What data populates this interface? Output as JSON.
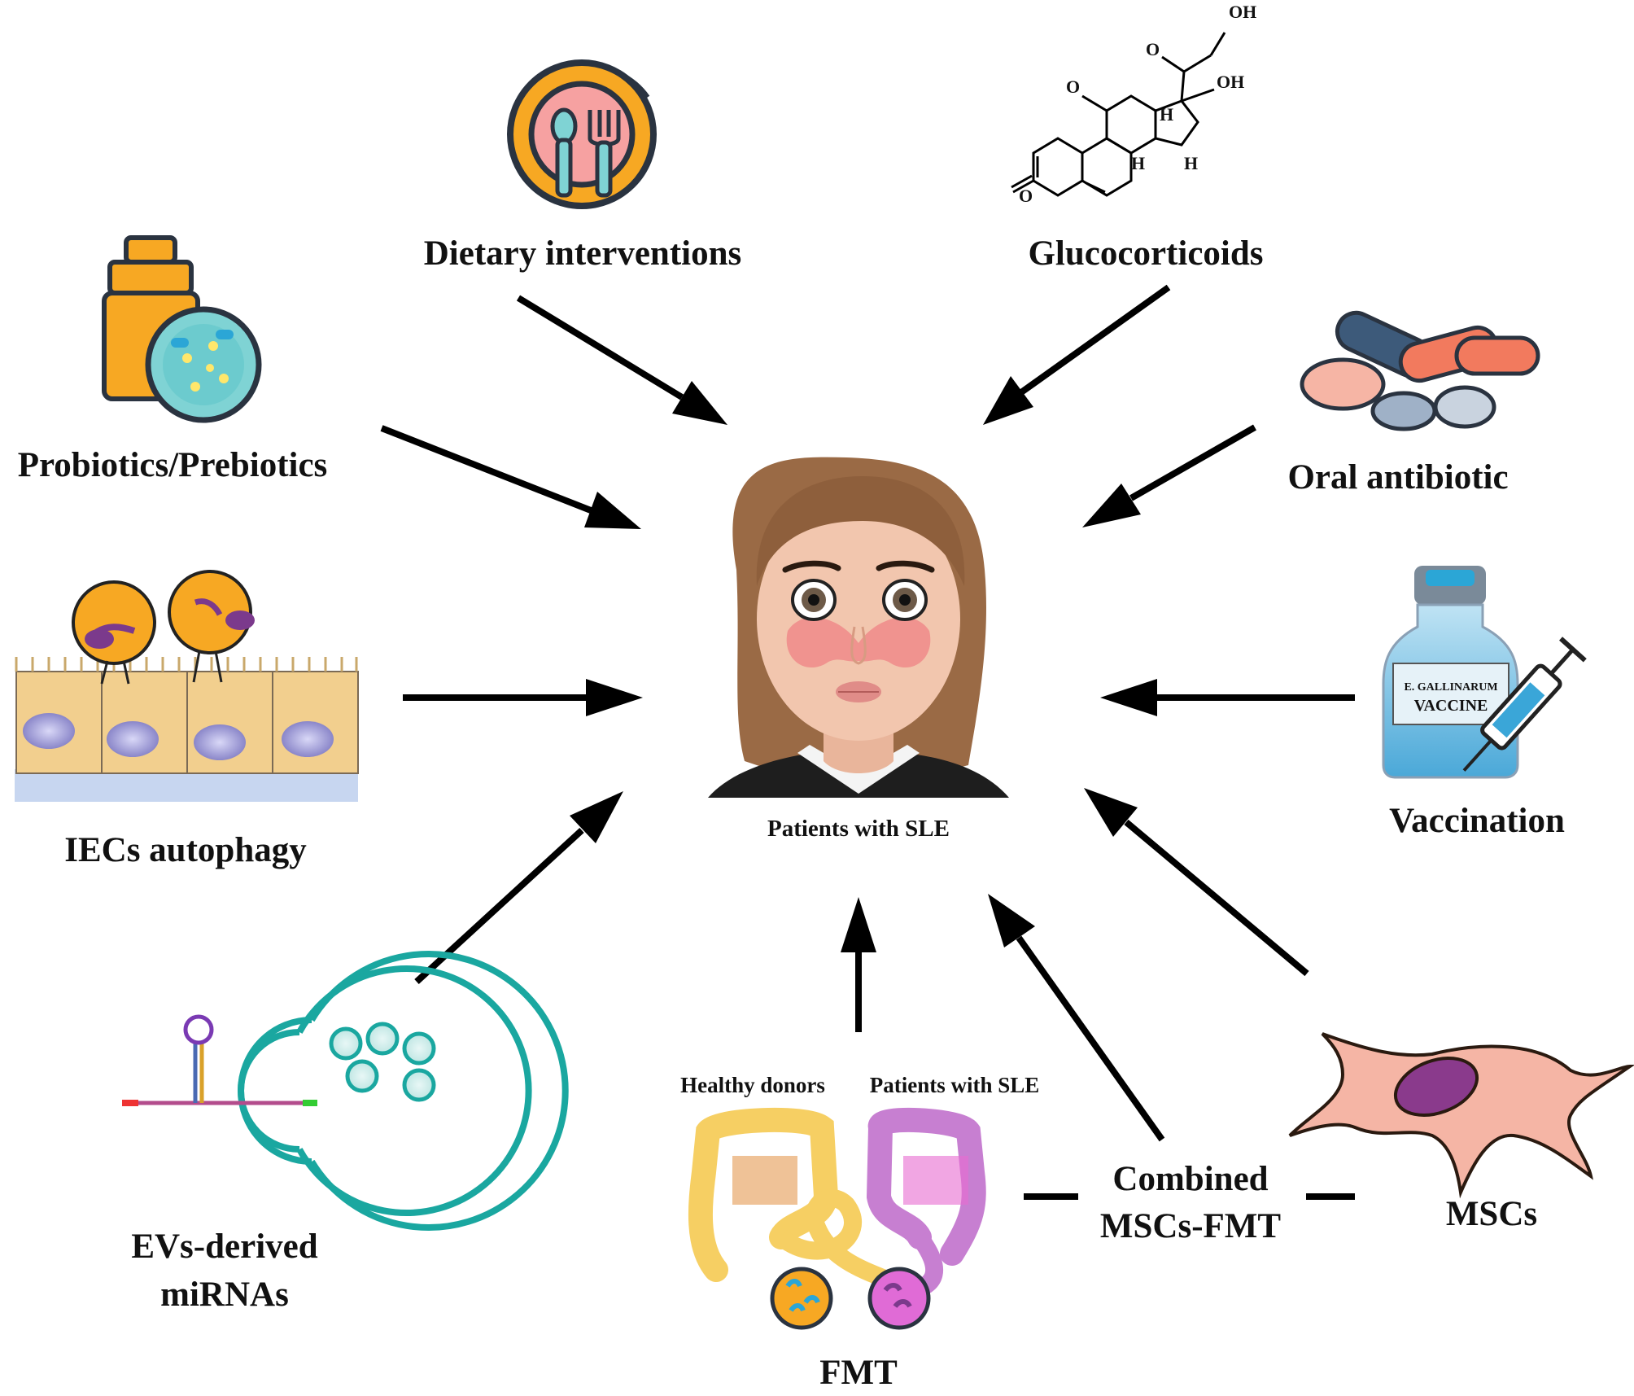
{
  "center": {
    "label": "Patients with SLE"
  },
  "nodes": {
    "dietary": {
      "label": "Dietary interventions"
    },
    "glucocorticoids": {
      "label": "Glucocorticoids",
      "atoms": {
        "oh1": "OH",
        "oh2": "OH",
        "o_ketone_side": "O",
        "o_ketone_ring": "O",
        "o_enone": "O",
        "h1": "H",
        "h2": "H",
        "h3": "H"
      }
    },
    "probiotics": {
      "label": "Probiotics/Prebiotics"
    },
    "oral_antibiotic": {
      "label": "Oral antibiotic"
    },
    "iecs": {
      "label": "IECs autophagy"
    },
    "vaccination": {
      "label": "Vaccination",
      "vial_line1": "E. GALLINARUM",
      "vial_line2": "VACCINE"
    },
    "evs": {
      "label_line1": "EVs-derived",
      "label_line2": "miRNAs"
    },
    "fmt": {
      "label": "FMT",
      "healthy_label": "Healthy donors",
      "patients_label": "Patients with SLE"
    },
    "combined": {
      "label_line1": "Combined",
      "label_line2": "MSCs-FMT"
    },
    "mscs": {
      "label": "MSCs"
    }
  },
  "colors": {
    "arrow": "#000000",
    "hair": "#9a6a45",
    "skin": "#f2c6ae",
    "rash": "#f08a8a",
    "orange": "#f7a823",
    "teal": "#1aa7a0",
    "pink_plate": "#f6a1a1",
    "pill_coral": "#f27a5e",
    "pill_navy": "#3d5a7a",
    "vaccine_blue": "#3aa6d8",
    "colon_yellow": "#f6cf63",
    "colon_purple": "#c77fd1",
    "msc_pink": "#f5b5a5",
    "msc_nucleus": "#8a3a8c"
  }
}
